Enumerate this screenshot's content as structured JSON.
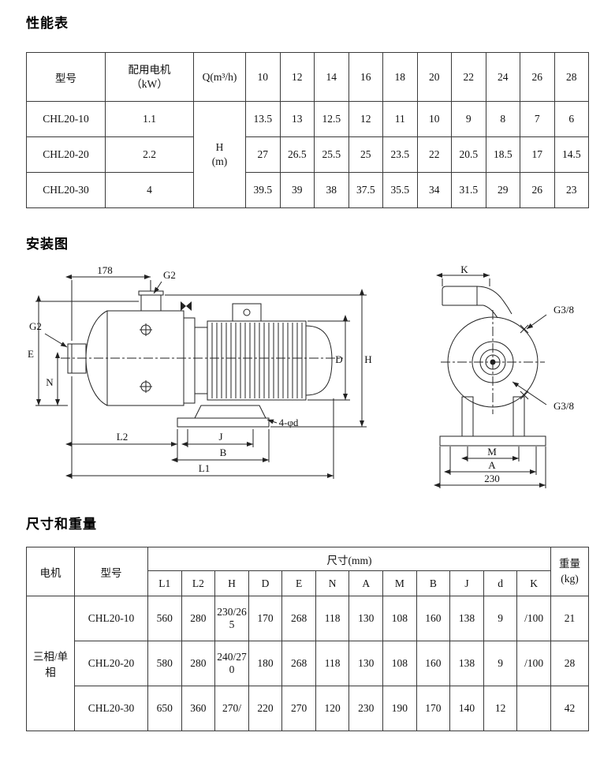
{
  "sections": {
    "performance": "性能表",
    "installation": "安装图",
    "dimensions": "尺寸和重量"
  },
  "performance_table": {
    "header_model": "型号",
    "header_motor_line1": "配用电机",
    "header_motor_line2": "（kW）",
    "header_q": "Q(m³/h)",
    "header_h_line1": "H",
    "header_h_line2": "(m)",
    "q_values": [
      "10",
      "12",
      "14",
      "16",
      "18",
      "20",
      "22",
      "24",
      "26",
      "28"
    ],
    "rows": [
      {
        "model": "CHL20-10",
        "kw": "1.1",
        "values": [
          "13.5",
          "13",
          "12.5",
          "12",
          "11",
          "10",
          "9",
          "8",
          "7",
          "6"
        ]
      },
      {
        "model": "CHL20-20",
        "kw": "2.2",
        "values": [
          "27",
          "26.5",
          "25.5",
          "25",
          "23.5",
          "22",
          "20.5",
          "18.5",
          "17",
          "14.5"
        ]
      },
      {
        "model": "CHL20-30",
        "kw": "4",
        "values": [
          "39.5",
          "39",
          "38",
          "37.5",
          "35.5",
          "34",
          "31.5",
          "29",
          "26",
          "23"
        ]
      }
    ]
  },
  "diagram": {
    "side_view": {
      "dim_178": "178",
      "g2_top": "G2",
      "g2_left": "G2",
      "e": "E",
      "n": "N",
      "l2": "L2",
      "j": "J",
      "b": "B",
      "l1": "L1",
      "bolt_note": "4-φd",
      "d": "D",
      "h": "H"
    },
    "front_view": {
      "k": "K",
      "g38_top": "G3/8",
      "g38_bottom": "G3/8",
      "m": "M",
      "a": "A",
      "base_width": "230"
    }
  },
  "dimensions_table": {
    "header_motor": "电机",
    "header_model": "型号",
    "header_size": "尺寸(mm)",
    "header_weight_line1": "重量",
    "header_weight_line2": "(kg)",
    "dim_columns": [
      "L1",
      "L2",
      "H",
      "D",
      "E",
      "N",
      "A",
      "M",
      "B",
      "J",
      "d",
      "K"
    ],
    "motor_type": "三相/单相",
    "rows": [
      {
        "model": "CHL20-10",
        "values": [
          "560",
          "280",
          "230/265",
          "170",
          "268",
          "118",
          "130",
          "108",
          "160",
          "138",
          "9",
          "/100"
        ],
        "weight": "21"
      },
      {
        "model": "CHL20-20",
        "values": [
          "580",
          "280",
          "240/270",
          "180",
          "268",
          "118",
          "130",
          "108",
          "160",
          "138",
          "9",
          "/100"
        ],
        "weight": "28"
      },
      {
        "model": "CHL20-30",
        "values": [
          "650",
          "360",
          "270/",
          "220",
          "270",
          "120",
          "230",
          "190",
          "170",
          "140",
          "12",
          ""
        ],
        "weight": "42"
      }
    ]
  }
}
